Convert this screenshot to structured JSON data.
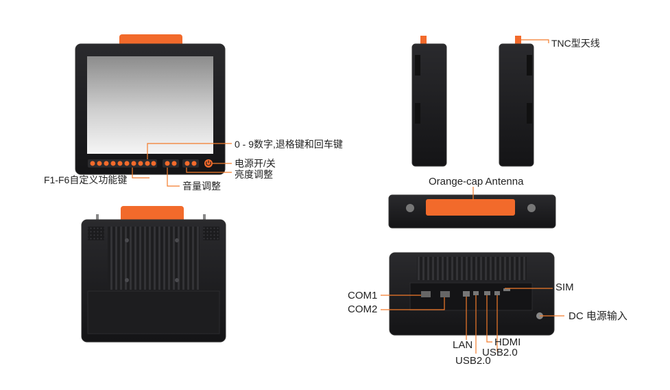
{
  "colors": {
    "orange": "#f26a2b",
    "callout_line": "#f47b2a",
    "device_body": "#1b1b1d",
    "device_edge": "#2e2e31",
    "heatsink": "#2a2a2c",
    "screen_top": "#8a8a8a",
    "screen_bottom": "#f4f4f4"
  },
  "labels": {
    "keypad_numbers": "0 - 9数字,退格键和回车键",
    "power": "电源开/关",
    "brightness": "亮度调整",
    "function_keys": "F1-F6自定义功能键",
    "volume": "音量调整",
    "tnc_antenna": "TNC型天线",
    "orange_cap_antenna": "Orange-cap Antenna",
    "sim": "SIM",
    "com1": "COM1",
    "com2": "COM2",
    "dc_power": "DC 电源输入",
    "lan": "LAN",
    "usb_a": "USB2.0",
    "hdmi": "HDMI",
    "usb_b": "USB2.0"
  },
  "icons": {
    "power_key": "power-icon",
    "antenna": "antenna-icon"
  }
}
